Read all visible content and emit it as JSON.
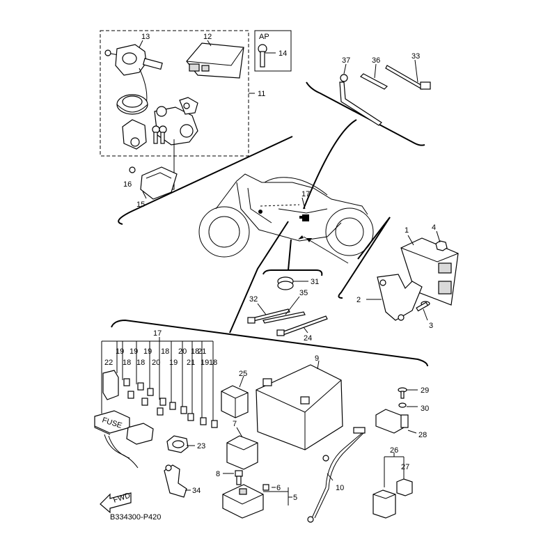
{
  "diagram": {
    "drawing_code": "B334300-P420",
    "ap_box_label": "AP",
    "fwd_arrow_label": "FWD",
    "fuse_box_label": "FUSE",
    "part_numbers": {
      "p1": "1",
      "p2": "2",
      "p3": "3",
      "p4": "4",
      "p5": "5",
      "p6": "6",
      "p7": "7",
      "p8": "8",
      "p9": "9",
      "p10": "10",
      "p11": "11",
      "p12": "12",
      "p13": "13",
      "p14": "14",
      "p15": "15",
      "p16": "16",
      "p17_bike": "17",
      "p17_fuse": "17",
      "p22": "22",
      "p23": "23",
      "p24": "24",
      "p25": "25",
      "p26": "26",
      "p27": "27",
      "p28": "28",
      "p29": "29",
      "p30": "30",
      "p31": "31",
      "p32": "32",
      "p33": "33",
      "p34": "34",
      "p35": "35",
      "p36": "36",
      "p37": "37"
    },
    "fuse_column_labels_top": [
      "19",
      "19",
      "19",
      "18",
      "20",
      "18",
      "21"
    ],
    "fuse_column_labels_bottom": [
      "18",
      "18",
      "20",
      "19",
      "21",
      "19",
      "18"
    ]
  }
}
